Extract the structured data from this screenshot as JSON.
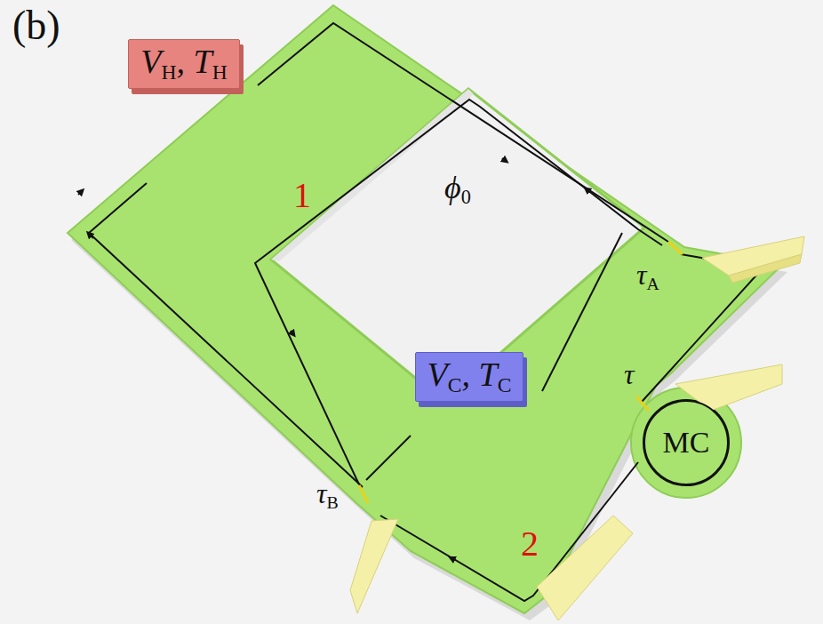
{
  "diagram": {
    "nodes": [
      {
        "text": [
          "VH, TH"
        ]
      },
      {
        "text": [
          "VC, TC"
        ]
      },
      {
        "text": [
          "MC"
        ]
      }
    ],
    "labels": [
      "(b)",
      "1",
      "ϕ0",
      "τA",
      "τB",
      "τ",
      "2"
    ]
  }
}
